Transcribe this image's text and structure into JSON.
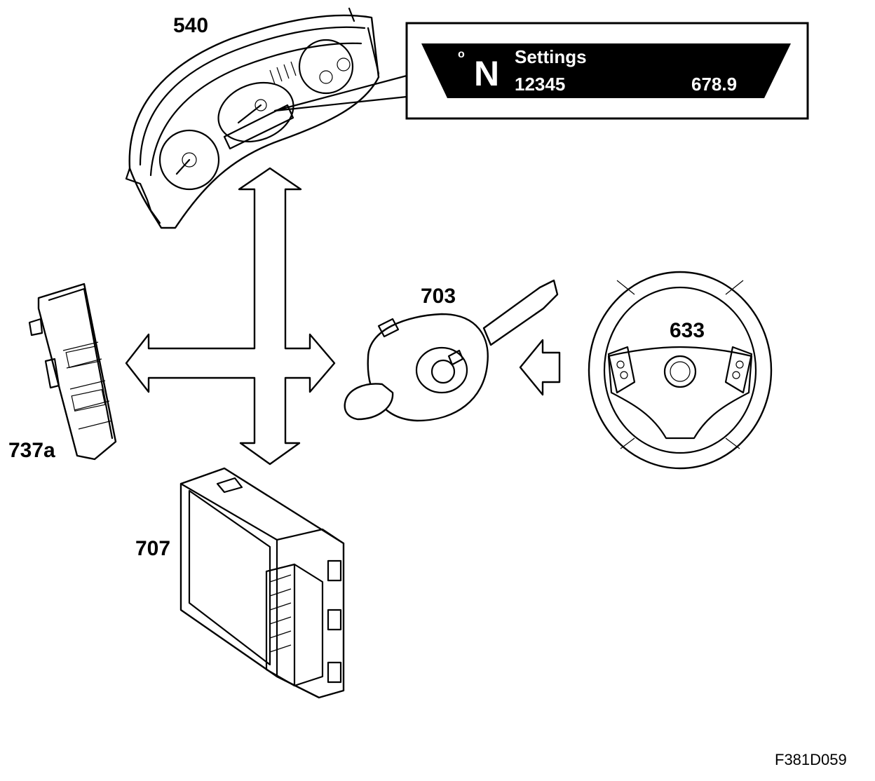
{
  "labels": {
    "instrument_cluster": "540",
    "steering_column_module": "703",
    "steering_wheel": "633",
    "switch_panel": "737a",
    "control_module": "707"
  },
  "display": {
    "indicator": "N",
    "degree_mark": "o",
    "menu_title": "Settings",
    "odometer": "12345",
    "trip": "678.9"
  },
  "figure_code": "F381D059"
}
